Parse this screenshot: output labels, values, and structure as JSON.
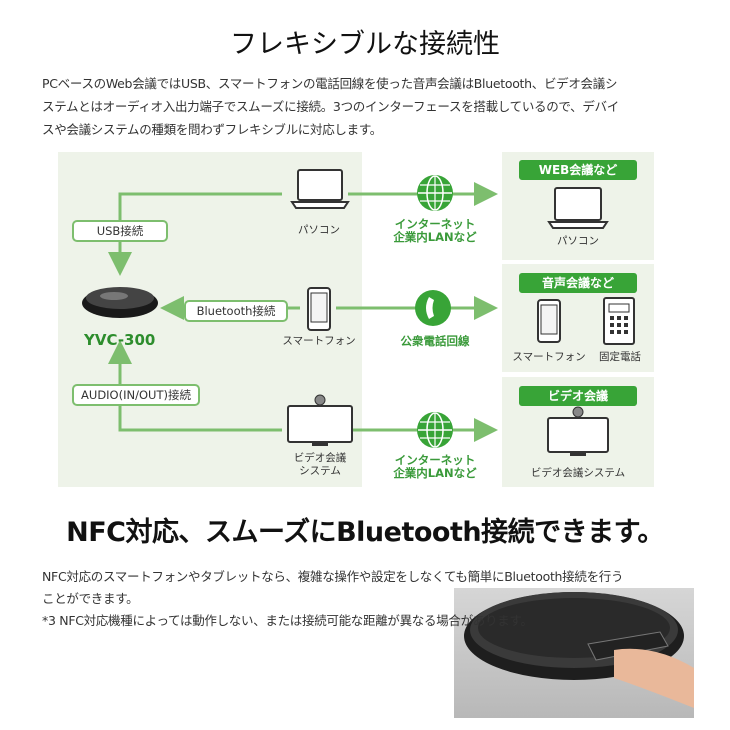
{
  "section1": {
    "title": "フレキシブルな接続性",
    "description_lines": [
      "PCベースのWeb会議ではUSB、スマートフォンの電話回線を使った音声会議はBluetooth、ビデオ会議シ",
      "ステムとはオーディオ入出力端子でスムーズに接続。3つのインターフェースを搭載しているので、デバイ",
      "スや会議システムの種類を問わずフレキシブルに対応します。"
    ]
  },
  "diagram": {
    "device_name": "YVC-300",
    "usb_label": "USB接続",
    "bluetooth_label": "Bluetooth接続",
    "audio_label": "AUDIO(IN/OUT)接続",
    "pc_label": "パソコン",
    "smartphone_label": "スマートフォン",
    "video_system_label_1": "ビデオ会議",
    "video_system_label_2": "システム",
    "internet_label_1": "インターネット",
    "internet_label_2": "企業内LANなど",
    "phone_line_label": "公衆電話回線",
    "internet2_label_1": "インターネット",
    "internet2_label_2": "企業内LANなど"
  },
  "right_panels": {
    "web": {
      "title": "WEB会議など",
      "item": "パソコン"
    },
    "audio": {
      "title": "音声会議など",
      "item1": "スマートフォン",
      "item2": "固定電話"
    },
    "video": {
      "title": "ビデオ会議",
      "item": "ビデオ会議システム"
    }
  },
  "section2": {
    "title": "NFC対応、スムーズにBluetooth接続できます。",
    "line1": "NFC対応のスマートフォンやタブレットなら、複雑な操作や設定をしなくても簡単にBluetooth接続を行う",
    "line2": "ことができます。",
    "note": "*3 NFC対応機種によっては動作しない、または接続可能な距離が異なる場合があります。"
  },
  "colors": {
    "green": "#38a437",
    "panel_bg": "#eef3e9",
    "line_green": "#7dbe6e"
  }
}
